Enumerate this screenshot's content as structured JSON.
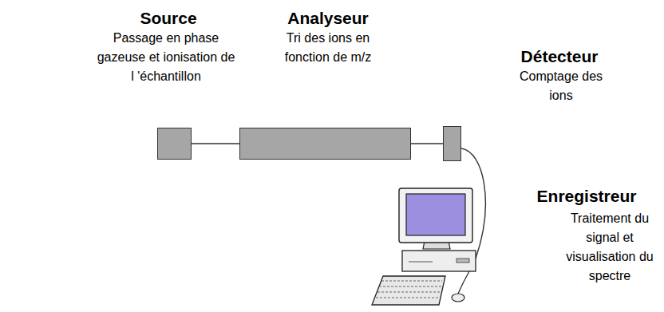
{
  "diagram": {
    "nodes": [
      {
        "text": [
          "Source",
          "Passage en phase gazeuse et ionisation de l 'échantillon"
        ]
      },
      {
        "text": [
          "Analyseur",
          "Tri des ions en fonction de m/z"
        ]
      },
      {
        "text": [
          "Détecteur",
          "Comptage des ions"
        ]
      },
      {
        "text": [
          "Enregistreur",
          "Traitement du signal et visualisation du spectre"
        ]
      }
    ],
    "edges": [
      {
        "from": 0,
        "to": 1,
        "arrow": "none"
      },
      {
        "from": 1,
        "to": 2,
        "arrow": "none"
      },
      {
        "from": 2,
        "to": 3,
        "arrow": "none"
      }
    ]
  }
}
